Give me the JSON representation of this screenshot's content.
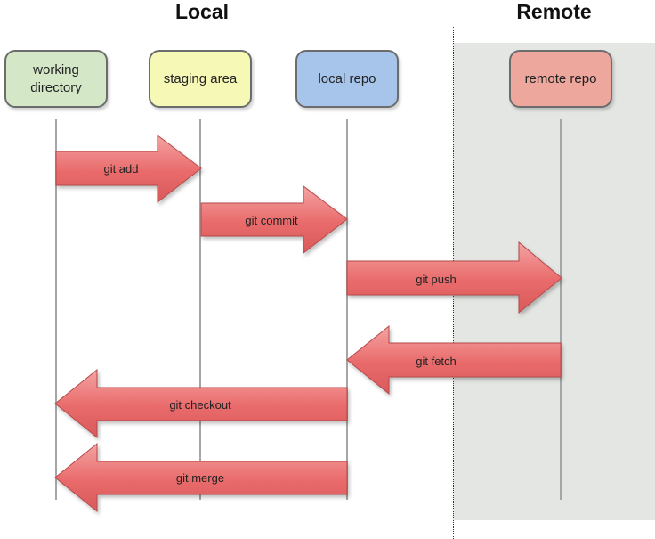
{
  "sections": {
    "local": "Local",
    "remote": "Remote"
  },
  "nodes": {
    "working_directory": "working directory",
    "staging_area": "staging area",
    "local_repo": "local repo",
    "remote_repo": "remote repo"
  },
  "commands": [
    {
      "label": "git add",
      "from": "working_directory",
      "to": "staging_area"
    },
    {
      "label": "git commit",
      "from": "staging_area",
      "to": "local_repo"
    },
    {
      "label": "git push",
      "from": "local_repo",
      "to": "remote_repo"
    },
    {
      "label": "git fetch",
      "from": "remote_repo",
      "to": "local_repo"
    },
    {
      "label": "git checkout",
      "from": "local_repo",
      "to": "working_directory"
    },
    {
      "label": "git merge",
      "from": "local_repo",
      "to": "working_directory"
    }
  ],
  "colors": {
    "working_directory": "#d4e8c8",
    "staging_area": "#f6f8b6",
    "local_repo": "#a7c4ea",
    "remote_repo": "#eda79d",
    "arrow_fill": "#e96a6a",
    "arrow_stroke": "#b54a4a",
    "remote_background": "#e4e6e3"
  }
}
